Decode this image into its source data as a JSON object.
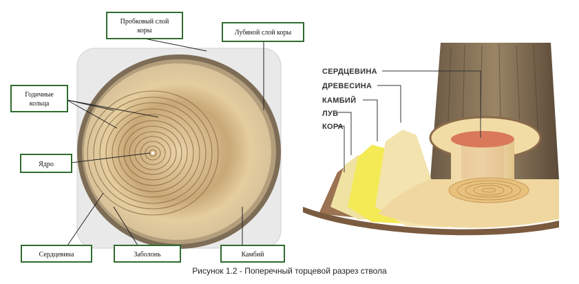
{
  "left_figure": {
    "labels": {
      "cork": [
        "Пробковый слой",
        "коры"
      ],
      "bast": "Лубяной слой коры",
      "rings": [
        "Годичные",
        "кольца"
      ],
      "core": "Ядро",
      "pith": "Сердцевина",
      "sapwood": "Заболонь",
      "cambium": "Камбий"
    },
    "colors": {
      "label_border": "#2e6b2e",
      "bark": "#7a6a55",
      "wood": "#d8c29a",
      "ring": "#9c7d55"
    }
  },
  "right_figure": {
    "labels": [
      "СЕРДЦЕВИНА",
      "ДРЕВЕСИНА",
      "КАМБИЙ",
      "ЛУБ",
      "КОРА"
    ],
    "colors": {
      "bark": "#8a6a4a",
      "bast": "#f1e6a8",
      "cambium": "#f7ef5a",
      "wood": "#f3d9a0",
      "core": "#d9795a"
    }
  },
  "caption": "Рисунок 1.2 - Поперечный торцевой разрез ствола"
}
